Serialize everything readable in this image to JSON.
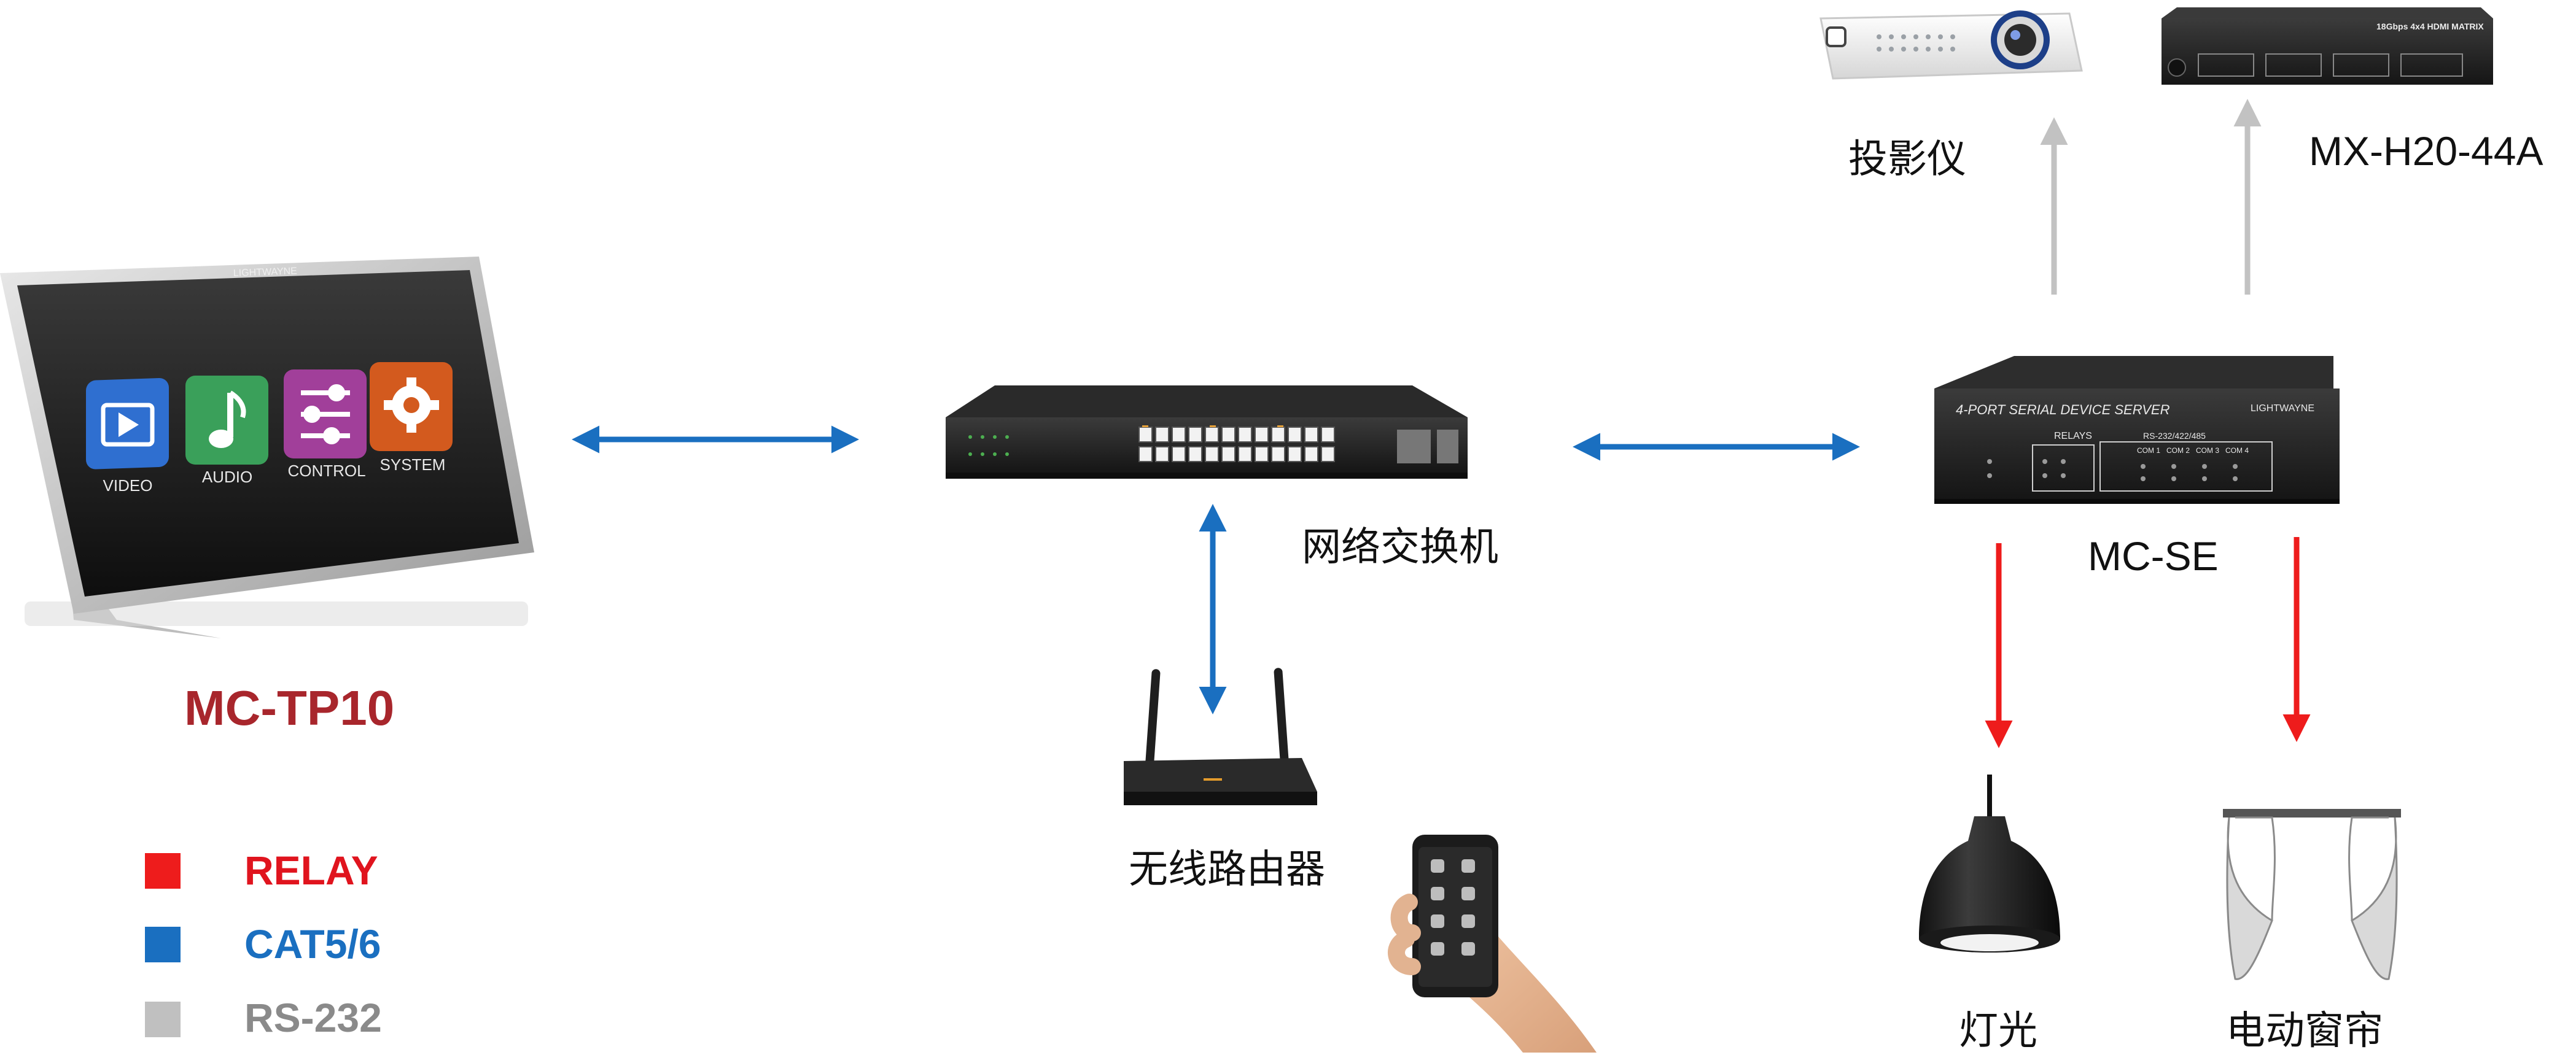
{
  "devices": {
    "touch_panel": {
      "model": "MC-TP10",
      "brand_text": "LIGHTWAYNE",
      "apps": [
        {
          "label": "VIDEO",
          "icon": "video-icon",
          "color": "#2f6fd0"
        },
        {
          "label": "AUDIO",
          "icon": "music-note-icon",
          "color": "#3aa05a"
        },
        {
          "label": "CONTROL",
          "icon": "sliders-icon",
          "color": "#a13f9a"
        },
        {
          "label": "SYSTEM",
          "icon": "gear-icon",
          "color": "#d35a1e"
        }
      ]
    },
    "switch": {
      "label": "网络交换机"
    },
    "router": {
      "label": "无线路由器"
    },
    "server": {
      "model": "MC-SE",
      "front_title": "4-PORT SERIAL DEVICE SERVER",
      "brand_text": "LIGHTWAYNE",
      "relays_label": "RELAYS",
      "ports_label": "RS-232/422/485",
      "port_names": [
        "COM 1",
        "COM 2",
        "COM 3",
        "COM 4"
      ]
    },
    "projector": {
      "label": "投影仪"
    },
    "matrix": {
      "label": "MX-H20-44A",
      "front_title": "18Gbps 4x4 HDMI MATRIX"
    },
    "light": {
      "label": "灯光"
    },
    "curtain": {
      "label": "电动窗帘"
    },
    "phone": {
      "icon": "smartphone-icon"
    }
  },
  "legend": [
    {
      "label": "RELAY",
      "color": "#ee1c1c",
      "text_color": "#e0141e"
    },
    {
      "label": "CAT5/6",
      "color": "#1a6fc0",
      "text_color": "#1a6fc0"
    },
    {
      "label": "RS-232",
      "color": "#c0c0c0",
      "text_color": "#8a8a8a"
    }
  ],
  "colors": {
    "cat": "#1a6fc0",
    "relay": "#ee1c1c",
    "rs232": "#c0c0c0",
    "model_red": "#a8262c"
  }
}
